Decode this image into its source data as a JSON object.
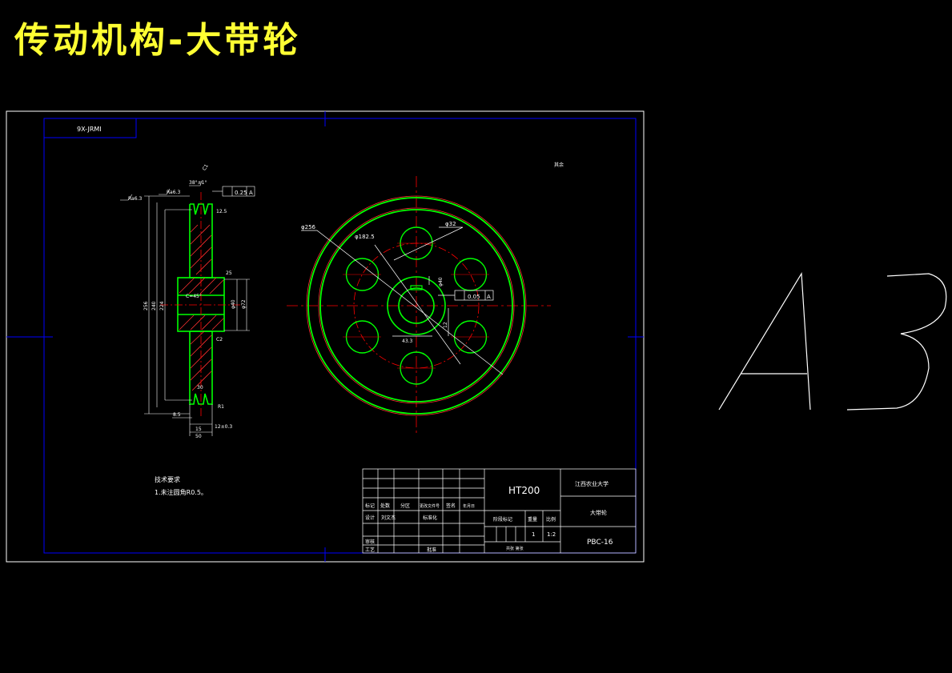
{
  "title": "传动机构-大带轮",
  "sheet_size": "A3",
  "drawing": {
    "corner_code": "9X-JRMI",
    "surface_finish_note": "其余",
    "section_labels": {
      "ra_left": "Ra6.3",
      "ra_left2": "Ra6.3",
      "angle": "38°±1°",
      "chamfer_top": "C1",
      "runout_tol": "0.25",
      "datum_a": "A",
      "dim_12_5": "12.5",
      "dim_25": "25",
      "dim_c": "C=45°",
      "dim_phi40": "φ40",
      "dim_phi72": "φ72",
      "dim_h1": "256",
      "dim_h2": "240",
      "dim_h3": "224",
      "dim_30": "30",
      "dim_8_5": "8.5",
      "dim_15": "15",
      "dim_bottom": "50",
      "dim_c2": "C2",
      "dim_r": "R1",
      "dim_sym": "12±0.3"
    },
    "front_labels": {
      "phi256": "φ256",
      "phi32": "φ32",
      "phi182_5": "φ182.5",
      "sym_tol": "0.05",
      "sym_datum": "A",
      "keyway": "43.3",
      "keyway_w": "12",
      "phi_hub": "φ40"
    },
    "notes": {
      "heading": "技术要求",
      "line1": "1.未注圆角R0.5。"
    },
    "title_block": {
      "material": "HT200",
      "school": "江西农业大学",
      "part_name": "大带轮",
      "drawing_no": "PBC-16",
      "qty": "1",
      "scale": "1:2",
      "stage_label": "阶段标记",
      "weight_label": "重量",
      "scale_label": "比例",
      "row_labels": [
        "标记",
        "处数",
        "分区",
        "更改文件号",
        "签名",
        "年月日"
      ],
      "design": "设计",
      "designer": "刘文杰",
      "standard": "标准化",
      "review": "审核",
      "process": "工艺",
      "approve": "批准",
      "sheet_info": "共张  第张"
    }
  },
  "colors": {
    "background": "#000000",
    "title": "#ffff33",
    "frame": "#ffffff",
    "border": "#0000ff",
    "part_outline": "#00ff00",
    "centerline": "#ff0000",
    "dimension": "#ffffff",
    "hatch": "#ff0000"
  }
}
